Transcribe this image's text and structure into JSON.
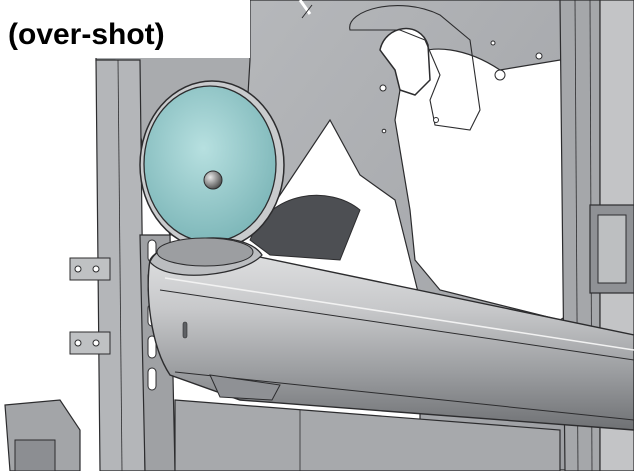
{
  "caption": "(over-shot)",
  "colors": {
    "plate": "#aeb0b3",
    "plate_dark": "#8d8f93",
    "edge": "#2c2c2e",
    "disc": "#9fcfcf",
    "tube_light": "#d9dadb",
    "tube_dark": "#77797c"
  },
  "objects": {
    "disc": "disc",
    "roller": "roller-tube",
    "frame": "frame"
  }
}
